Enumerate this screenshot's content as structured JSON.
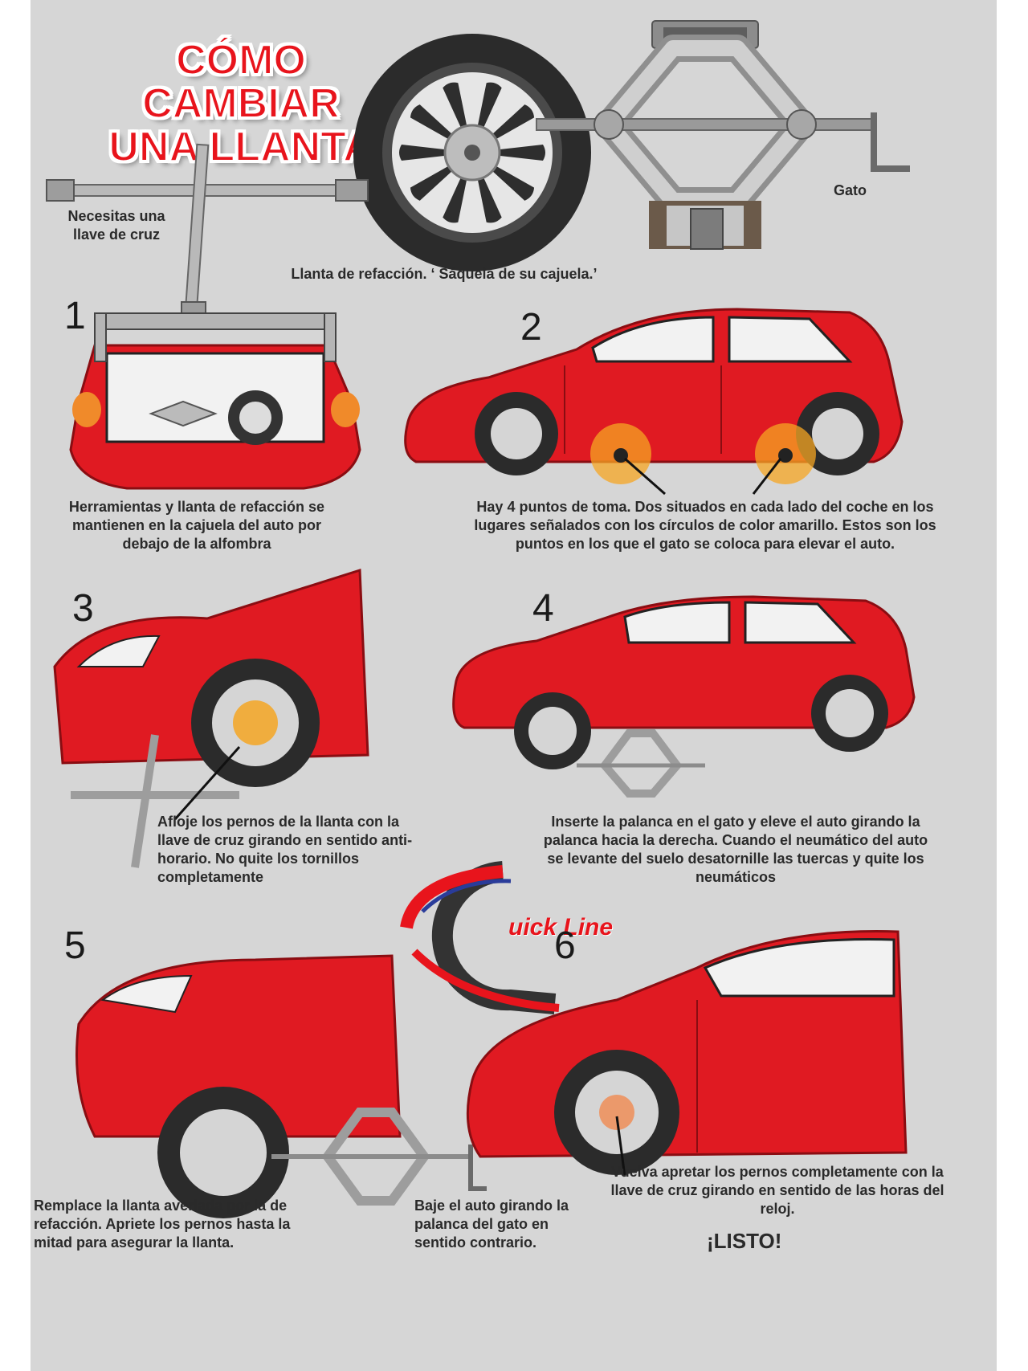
{
  "title": {
    "line1": "CÓMO",
    "line2": "CAMBIAR",
    "line3": "UNA LLANTA"
  },
  "tools": {
    "wrench_label": "Necesitas una llave de cruz",
    "spare_label": "Llanta de refacción. ‘ Sáquela de su cajuela.’",
    "jack_label": "Gato"
  },
  "steps": [
    {
      "number": "1",
      "text": "Herramientas y llanta de refacción  se mantienen en la cajuela del auto por debajo de la alfombra"
    },
    {
      "number": "2",
      "text": "Hay 4 puntos de toma. Dos situados en cada lado del coche en los lugares señalados con los círculos de color amarillo. Estos son los puntos en los que el gato se coloca para elevar el auto."
    },
    {
      "number": "3",
      "text": "Afloje los pernos de la llanta con la llave de cruz girando en sentido anti-horario. No quite los tornillos completamente"
    },
    {
      "number": "4",
      "text": "Inserte la palanca en el gato y eleve  el auto girando la palanca hacia la derecha. Cuando el neumático del auto se levante del suelo desatornille las tuercas y quite los neumáticos"
    },
    {
      "number": "5",
      "text": "Remplace la llanta averiada por la de refacción. Apriete los pernos hasta la mitad para asegurar la llanta.",
      "text_b": "Baje el auto girando la palanca del gato en sentido contrario."
    },
    {
      "number": "6",
      "text": "Vuelva apretar los pernos completamente con la llave de cruz girando en sentido de las horas del reloj.",
      "done": "¡LISTO!"
    }
  ],
  "logo": {
    "letter": "Q",
    "text": "uick Line"
  },
  "colors": {
    "background": "#d6d6d6",
    "car_red": "#e01a22",
    "title_red": "#e8141c",
    "jack_point": "#f5a623"
  }
}
